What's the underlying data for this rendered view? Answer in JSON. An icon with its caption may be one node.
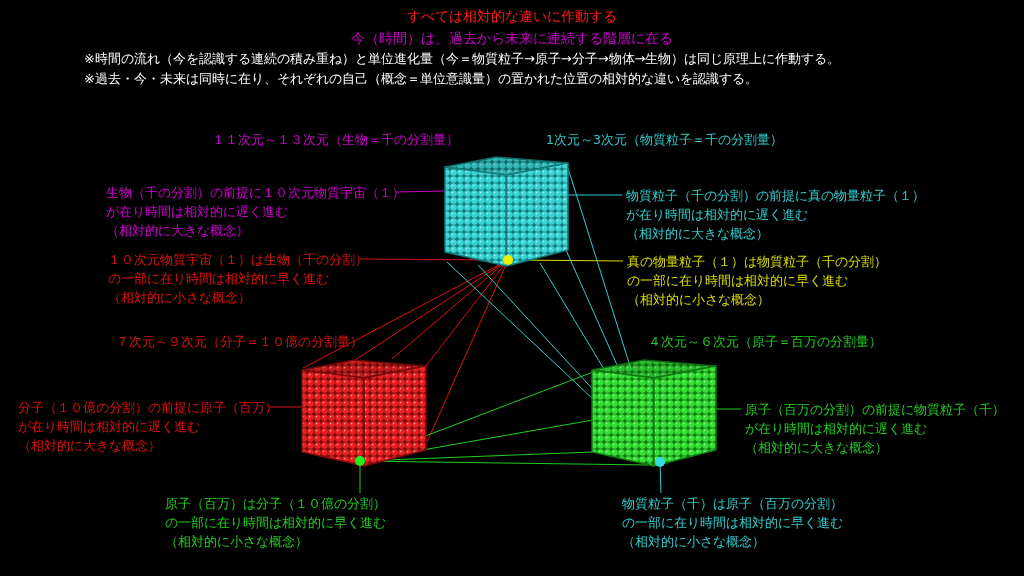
{
  "diagram": {
    "title": "すべては相対的な違いに作動する",
    "nodes": [
      {
        "text": [],
        "shape": "cube",
        "beside": [
          "１１次元～１３次元（生物＝千の分割量）",
          "1次元～3次元（物質粒子＝千の分割量）"
        ]
      },
      {
        "text": [],
        "shape": "cube",
        "beside": [
          "７次元～９次元（分子＝１０億の分割量）"
        ]
      },
      {
        "text": [],
        "shape": "cube",
        "beside": [
          "４次元～６次元（原子＝百万の分割量）"
        ]
      },
      {
        "text": [],
        "shape": "circle",
        "in": 0
      },
      {
        "text": [],
        "shape": "circle",
        "in": 1
      },
      {
        "text": [],
        "shape": "circle",
        "in": 2
      },
      {
        "text": [
          "生物（千の分割）の前提に１０次元物質宇宙（１）が在り時間は相対的に遅く進む",
          "（相対的に大きな概念）"
        ]
      },
      {
        "text": [
          "物質粒子（千の分割）の前提に真の物量粒子（１）が在り時間は相対的に遅く進む",
          "（相対的に大きな概念）"
        ]
      },
      {
        "text": [
          "１０次元物質宇宙（１）は生物（千の分割）の一部に在り時間は相対的に早く進む",
          "（相対的に小さな概念）"
        ]
      },
      {
        "text": [
          "真の物量粒子（１）は物質粒子（千の分割）の一部に在り時間は相対的に早く進む",
          "（相対的に小さな概念）"
        ]
      },
      {
        "text": [
          "分子（１０億の分割）の前提に原子（百万）が在り時間は相対的に遅く進む",
          "（相対的に大きな概念）"
        ]
      },
      {
        "text": [
          "原子（百万の分割）の前提に物質粒子（千）が在り時間は相対的に遅く進む",
          "（相対的に大きな概念）"
        ]
      },
      {
        "text": [
          "原子（百万）は分子（１０億の分割）の一部に在り時間は相対的に早く進む",
          "（相対的に小さな概念）"
        ]
      },
      {
        "text": [
          "物質粒子（千）は原子（百万の分割）の一部に在り時間は相対的に早く進む",
          "（相対的に小さな概念）"
        ]
      }
    ],
    "edges": [
      {
        "from": 6,
        "to": 0,
        "arrow": "none",
        "color": "#cc00cc"
      },
      {
        "from": 7,
        "to": 0,
        "arrow": "none",
        "color": "#33cccc"
      },
      {
        "from": 8,
        "to": 3,
        "arrow": "none",
        "color": "#dd1111"
      },
      {
        "from": 9,
        "to": 3,
        "arrow": "none",
        "color": "#dddd00"
      },
      {
        "from": 10,
        "to": 1,
        "arrow": "none",
        "color": "#dd1111"
      },
      {
        "from": 11,
        "to": 2,
        "arrow": "none",
        "color": "#22cc22"
      },
      {
        "from": 12,
        "to": 4,
        "arrow": "none",
        "color": "#22cc22"
      },
      {
        "from": 13,
        "to": 5,
        "arrow": "none",
        "color": "#33cccc"
      },
      {
        "from": 3,
        "to": 1,
        "arrow": "none",
        "color": "#dd1111"
      },
      {
        "from": 3,
        "to": 1,
        "arrow": "none",
        "color": "#dd1111"
      },
      {
        "from": 3,
        "to": 1,
        "arrow": "none",
        "color": "#dd1111"
      },
      {
        "from": 3,
        "to": 1,
        "arrow": "none",
        "color": "#dd1111"
      },
      {
        "from": 3,
        "to": 1,
        "arrow": "none",
        "color": "#dd1111"
      },
      {
        "from": 0,
        "to": 5,
        "arrow": "none",
        "color": "#33cccc"
      },
      {
        "from": 0,
        "to": 5,
        "arrow": "none",
        "color": "#33cccc"
      },
      {
        "from": 0,
        "to": 5,
        "arrow": "none",
        "color": "#33cccc"
      },
      {
        "from": 0,
        "to": 5,
        "arrow": "none",
        "color": "#33cccc"
      },
      {
        "from": 0,
        "to": 5,
        "arrow": "none",
        "color": "#33cccc"
      },
      {
        "from": 4,
        "to": 2,
        "arrow": "none",
        "color": "#22cc22"
      },
      {
        "from": 4,
        "to": 2,
        "arrow": "none",
        "color": "#22cc22"
      },
      {
        "from": 4,
        "to": 2,
        "arrow": "none",
        "color": "#22cc22"
      },
      {
        "from": 4,
        "to": 2,
        "arrow": "none",
        "color": "#22cc22"
      }
    ],
    "labels": [
      "今（時間）は、過去から未来に連続する階層に在る",
      "※時間の流れ（今を認識する連続の積み重ね）と単位進化量（今＝物質粒子→原子→分子→物体→生物）は同じ原理上に作動する。",
      "※過去・今・未来は同時に在り、それぞれの自己（概念＝単位意識量）の置かれた位置の相対的な違いを認識する。"
    ]
  }
}
